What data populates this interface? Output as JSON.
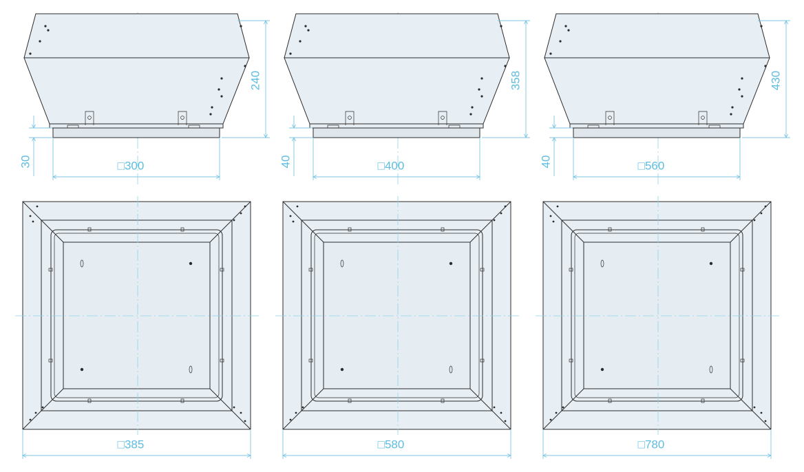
{
  "drawing": {
    "side_views": [
      {
        "height_label": "240",
        "base_label": "30",
        "width_label": "□300"
      },
      {
        "height_label": "358",
        "base_label": "40",
        "width_label": "□400"
      },
      {
        "height_label": "430",
        "base_label": "40",
        "width_label": "□560"
      }
    ],
    "top_views": [
      {
        "width_label": "□385"
      },
      {
        "width_label": "□580"
      },
      {
        "width_label": "□780"
      }
    ]
  },
  "colors": {
    "dimension": "#5fbde0",
    "outline": "#2b2b2b",
    "body": "#e8eff4"
  }
}
